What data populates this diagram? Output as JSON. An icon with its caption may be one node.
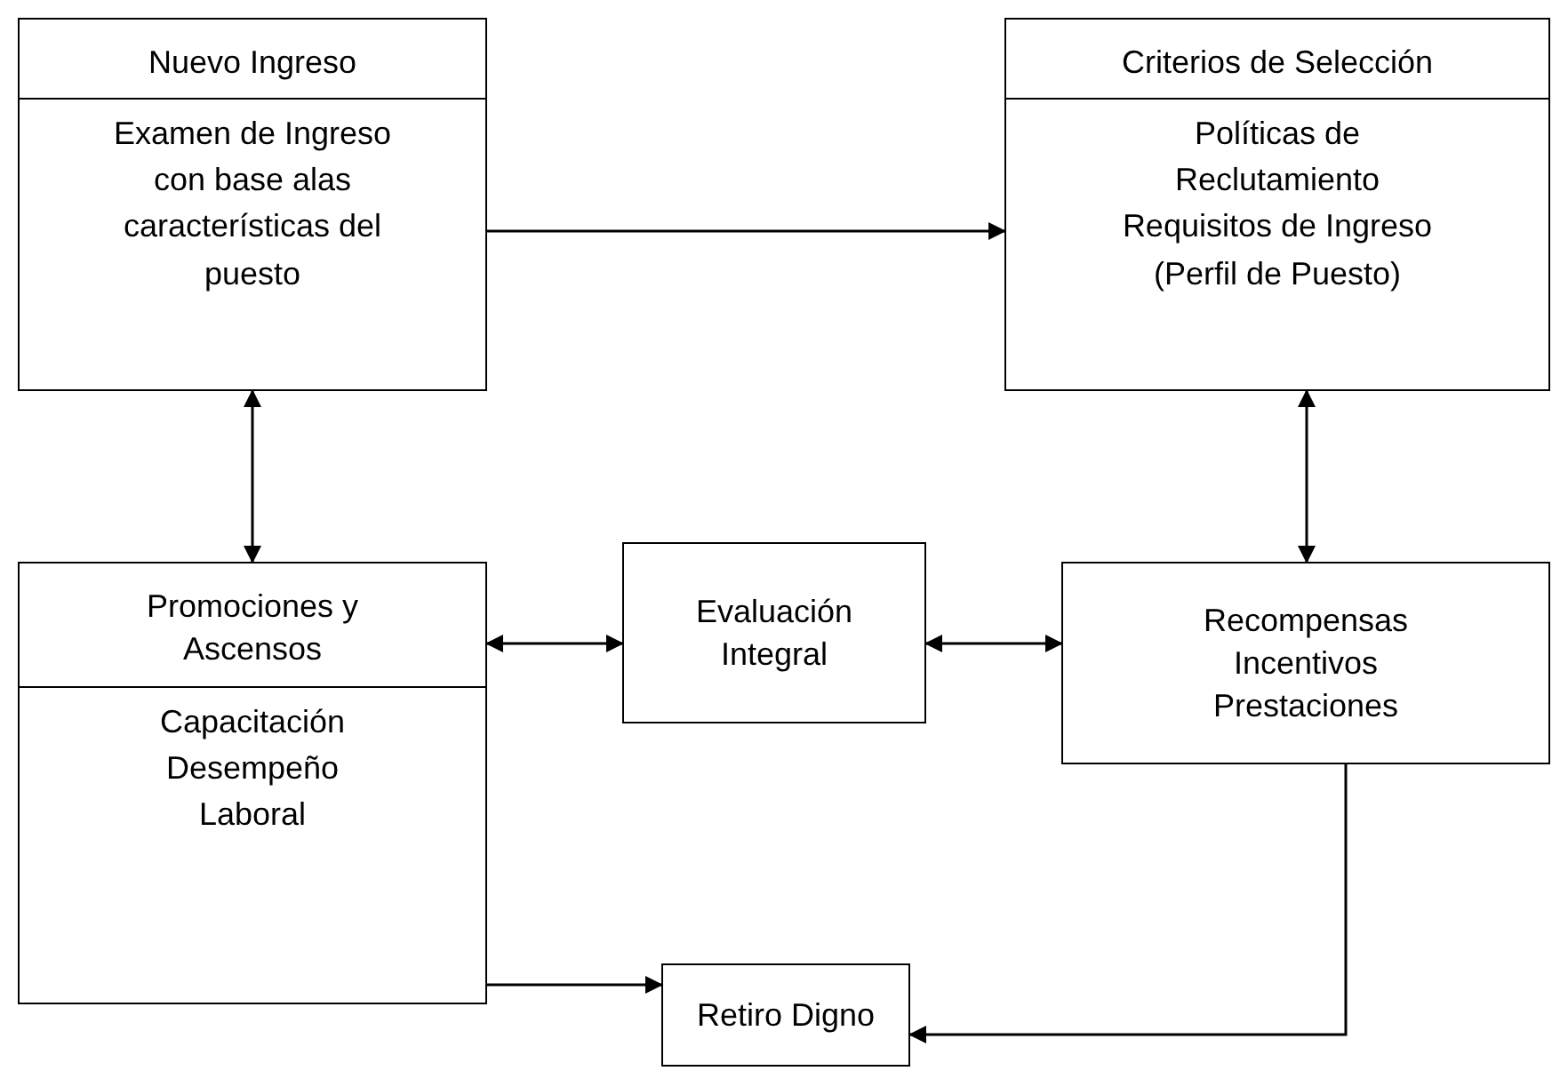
{
  "diagram": {
    "nodes": [
      {
        "text": [
          "Nuevo Ingreso",
          "Examen de Ingreso con base alas características del puesto"
        ]
      },
      {
        "text": [
          "Criterios de Selección",
          "Políticas de Reclutamiento Requisitos de Ingreso (Perfil de Puesto)"
        ]
      },
      {
        "text": [
          "Promociones y Ascensos",
          "Capacitación Desempeño Laboral"
        ]
      },
      {
        "text": [
          "Evaluación Integral"
        ]
      },
      {
        "text": [
          "Recompensas Incentivos Prestaciones"
        ]
      },
      {
        "text": [
          "Retiro Digno"
        ]
      }
    ],
    "edges": [
      {
        "from": 0,
        "to": 1,
        "arrow": "to"
      },
      {
        "from": 0,
        "to": 2,
        "arrow": "both"
      },
      {
        "from": 1,
        "to": 4,
        "arrow": "both"
      },
      {
        "from": 2,
        "to": 3,
        "arrow": "both"
      },
      {
        "from": 3,
        "to": 4,
        "arrow": "both"
      },
      {
        "from": 2,
        "to": 5,
        "arrow": "to"
      },
      {
        "from": 4,
        "to": 5,
        "arrow": "to"
      }
    ]
  }
}
